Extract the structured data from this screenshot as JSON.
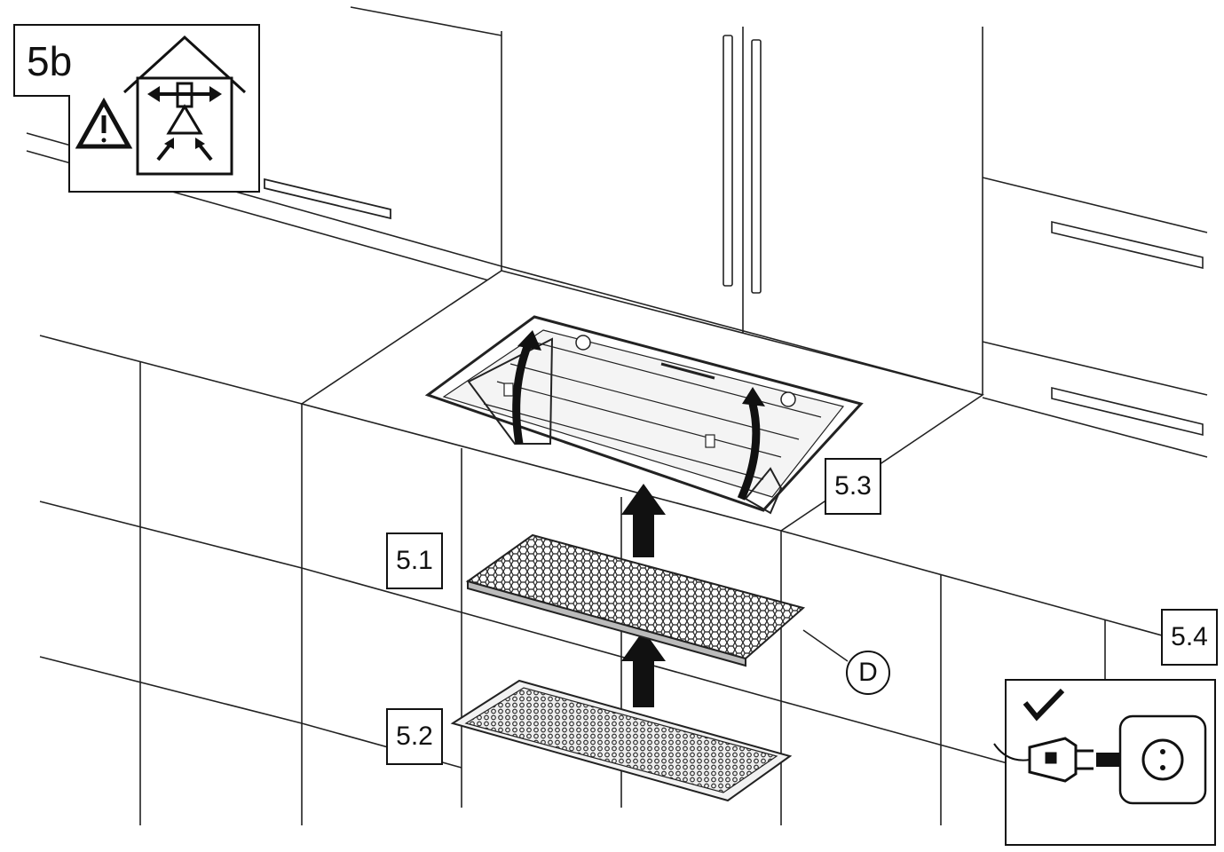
{
  "figure": {
    "step_title": "5b",
    "step_labels": {
      "remove_hood_filter": "5.1",
      "remove_carbon_filter": "5.2",
      "fold_in_hood_panel": "5.3",
      "connect_plug": "5.4"
    },
    "part_label": "D",
    "icons": {
      "warning": "warning-triangle-icon",
      "recirculation": "recirculation-mode-icon",
      "checkmark": "checkmark-icon",
      "plug": "power-plug-icon",
      "socket": "wall-socket-icon"
    }
  }
}
